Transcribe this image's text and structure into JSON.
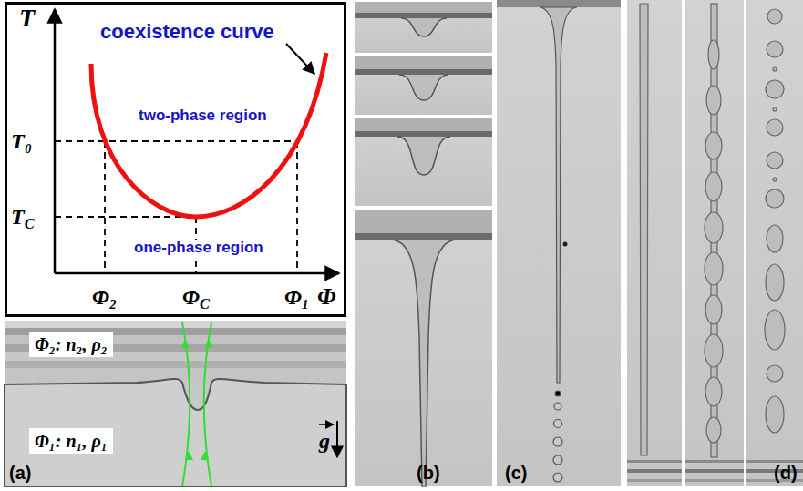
{
  "diagram": {
    "nodes": [
      {
        "text": [
          "T",
          "coexistence curve",
          "two-phase region",
          "T₀",
          "TC",
          "one-phase region",
          "Φ₂",
          "ΦC",
          "Φ₁",
          "Φ"
        ]
      }
    ],
    "labels": [
      "Φ₂: n₂, ρ₂",
      "Φ₁: n₁, ρ₁",
      "g",
      "(a)",
      "(b)",
      "(c)",
      "(d)"
    ]
  }
}
